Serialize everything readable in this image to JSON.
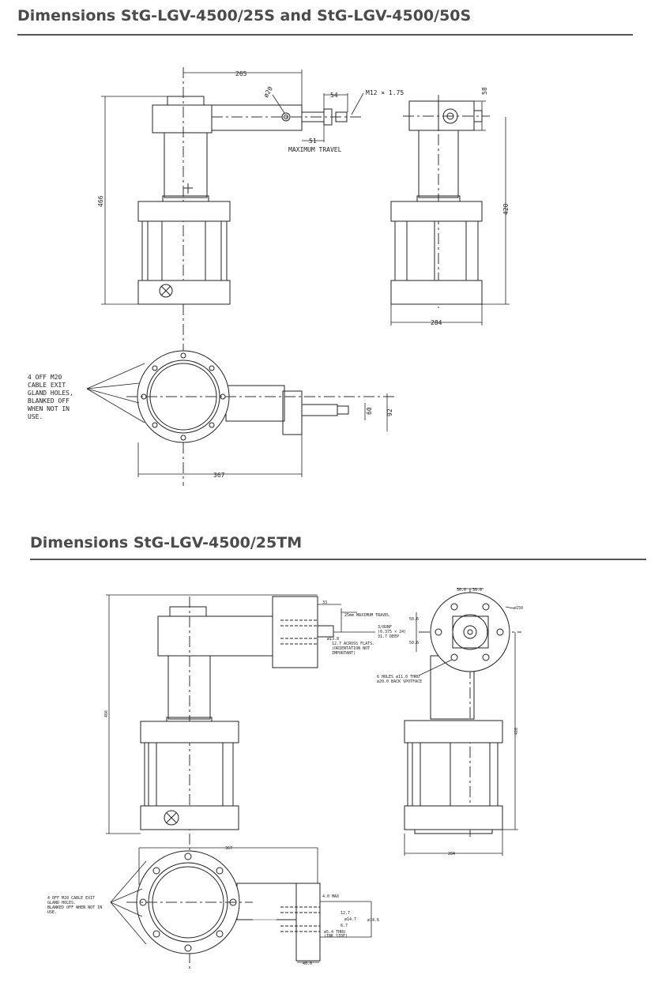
{
  "section1": {
    "title": "Dimensions StG-LGV-4500/25S and StG-LGV-4500/50S",
    "dims": {
      "width_265": "265",
      "height_466": "466",
      "dia_20": "ø20",
      "travel_54": "54",
      "thread": "M12 × 1.75",
      "travel_51": "51",
      "max_travel": "MAXIMUM TRAVEL",
      "side_58": "58",
      "side_420": "420",
      "side_284": "284",
      "plan_60": "60",
      "plan_92": "92",
      "plan_367": "367"
    },
    "note": [
      "4 OFF M20",
      "CABLE EXIT",
      "GLAND HOLES,",
      "BLANKED OFF",
      "WHEN NOT IN",
      "USE."
    ]
  },
  "section2": {
    "title": "Dimensions StG-LGV-4500/25TM",
    "dims": {
      "top_33": "33",
      "max_travel": "25mm MAXIMUM TRAVEL",
      "thread": [
        "3/8UNF",
        "(0.375 × 24)",
        "31.7 DEEP"
      ],
      "dia_13": "ø13.8",
      "flats": [
        "12.7 ACROSS FLATS.",
        "(ORIENTATION NOT",
        "IMPORTANT)"
      ],
      "height_466": "466",
      "side_30a": "30.0",
      "side_30b": "30.0",
      "side_50a": "50.6",
      "side_50b": "50.6",
      "dia_150": "ø150",
      "holes": [
        "6 HOLES ø11.0 THRU",
        "ø20.0 BACK SPOTFACE"
      ],
      "side_420": "420",
      "side_284": "284",
      "plan_367": "367",
      "plan_40": "40.0",
      "plan_4": "4.0 MAX",
      "d_127": "12.7",
      "d_147": "ø14.7",
      "d_746": "ø74.6",
      "d_67": "6.7",
      "d_54": "ø5.4 THRU",
      "d_side": "(INK SIDE)"
    },
    "note": [
      "4 OFF M20 CABLE EXIT",
      "GLAND HOLES.",
      "BLANKED OFF WHEN NOT IN",
      "USE."
    ]
  }
}
